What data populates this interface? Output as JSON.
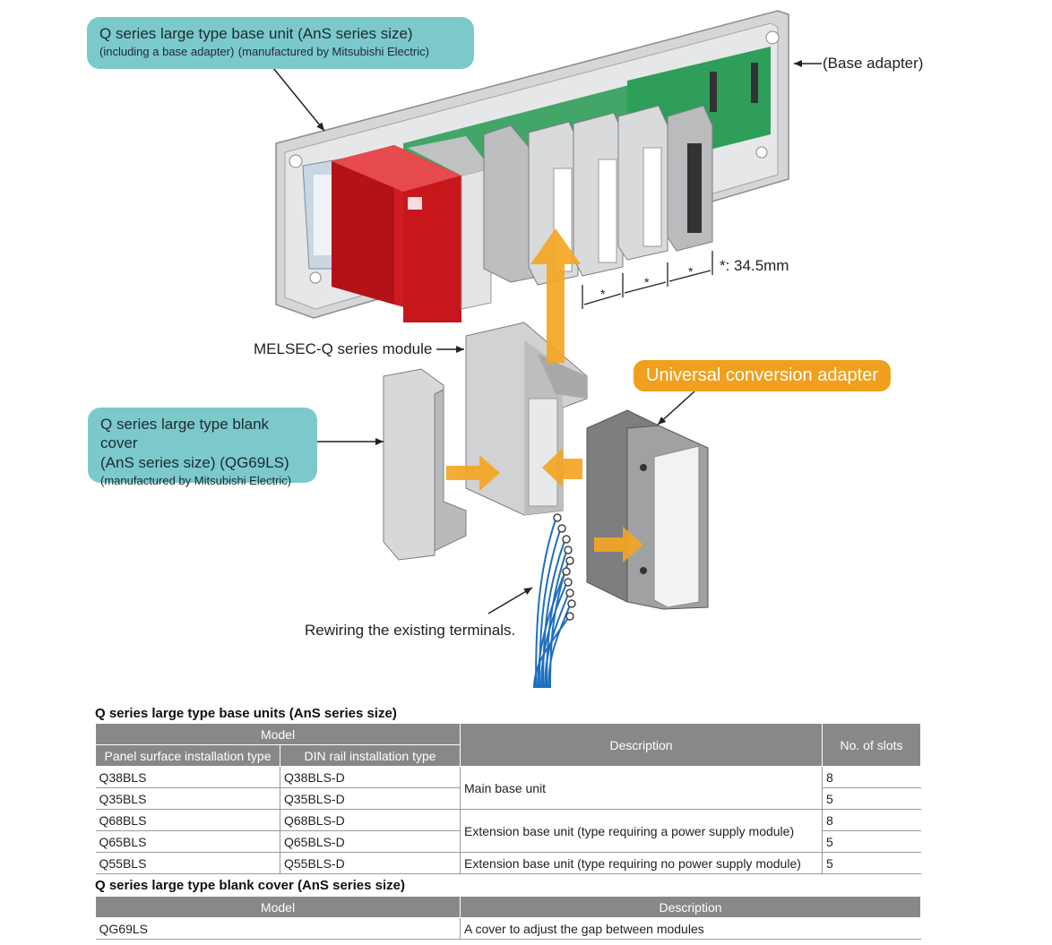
{
  "callouts": {
    "base_unit_line1": "Q series large type base unit (AnS series size)",
    "base_unit_line2": "(including a base adapter)",
    "base_unit_line3": "(manufactured by Mitsubishi Electric)",
    "base_adapter": "(Base adapter)",
    "pitch": "*: 34.5mm",
    "pitch_star": "*",
    "melsec_module": "MELSEC-Q series module",
    "universal_adapter": "Universal conversion adapter",
    "blank_cover_line1": "Q series large type blank cover",
    "blank_cover_line2": "(AnS series size) (QG69LS)",
    "blank_cover_line3": "(manufactured by Mitsubishi Electric)",
    "rewiring": "Rewiring the existing terminals."
  },
  "colors": {
    "callout_teal": "#7cc9cc",
    "callout_orange": "#f0a01e",
    "table_header": "#888888",
    "cpu_red": "#c8161d",
    "board_green": "#2f9e5a",
    "wire_blue": "#1f6fbf"
  },
  "table1": {
    "title": "Q series large type base units (AnS series size)",
    "header_model": "Model",
    "header_panel": "Panel surface installation type",
    "header_din": "DIN rail installation type",
    "header_description": "Description",
    "header_slots": "No. of slots",
    "rows": [
      {
        "panel": "Q38BLS",
        "din": "Q38BLS-D",
        "slots": "8"
      },
      {
        "panel": "Q35BLS",
        "din": "Q35BLS-D",
        "slots": "5"
      },
      {
        "panel": "Q68BLS",
        "din": "Q68BLS-D",
        "slots": "8"
      },
      {
        "panel": "Q65BLS",
        "din": "Q65BLS-D",
        "slots": "5"
      },
      {
        "panel": "Q55BLS",
        "din": "Q55BLS-D",
        "slots": "5"
      }
    ],
    "desc_main": "Main base unit",
    "desc_ext_power": "Extension base unit (type requiring a power supply module)",
    "desc_ext_nopower": "Extension base unit (type requiring no power supply module)"
  },
  "table2": {
    "title": "Q series large type blank cover (AnS series size)",
    "header_model": "Model",
    "header_description": "Description",
    "row_model": "QG69LS",
    "row_description": "A cover to adjust the gap between modules"
  }
}
